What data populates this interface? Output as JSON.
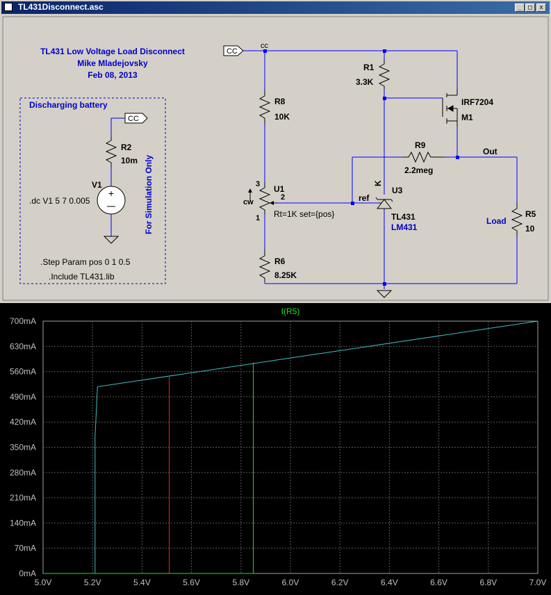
{
  "window": {
    "title": "TL431Disconnect.asc"
  },
  "schematic": {
    "header": {
      "title": "TL431 Low Voltage Load Disconnect",
      "author": "Mike Mladejovsky",
      "date": "Feb 08, 2013"
    },
    "sim_box": {
      "label": "Discharging battery",
      "side_text": "For Simulation Only",
      "port_label": "CC",
      "r2_name": "R2",
      "r2_value": "10m",
      "v1_name": "V1",
      "dc_cmd": ".dc V1 5 7 0.005",
      "step_cmd": ".Step Param pos 0 1 0.5",
      "include_cmd": ".Include TL431.lib"
    },
    "port_cc": "CC",
    "net_cc": "cc",
    "net_out": "Out",
    "r8_name": "R8",
    "r8_value": "10K",
    "r1_name": "R1",
    "r1_value": "3.3K",
    "r9_name": "R9",
    "r9_value": "2.2meg",
    "r6_name": "R6",
    "r6_value": "8.25K",
    "r5_name": "R5",
    "r5_value": "10",
    "r5_label": "Load",
    "m1_part": "IRF7204",
    "m1_name": "M1",
    "u1_name": "U1",
    "u1_pin3": "3",
    "u1_pin2": "2",
    "u1_pin1": "1",
    "u1_cw": "cw",
    "u1_params": "Rt=1K set={pos}",
    "u3_name": "U3",
    "u3_part": "TL431",
    "u3_model": "LM431",
    "u3_k": "K",
    "u3_ref": "ref"
  },
  "colors": {
    "wire": "#0000ff",
    "text_label": "#0000ff",
    "component": "#000000",
    "grid": "#5a5a5a",
    "axis_text": "#c0c0c0",
    "trace_cyan": "#40c0c0",
    "trace_red": "#ff2020",
    "trace_green": "#20e020"
  },
  "chart_data": {
    "type": "line",
    "title": "I(R5)",
    "xlabel": "",
    "ylabel": "",
    "xlim": [
      5.0,
      7.0
    ],
    "ylim": [
      0,
      700
    ],
    "x_ticks": [
      "5.0V",
      "5.2V",
      "5.4V",
      "5.6V",
      "5.8V",
      "6.0V",
      "6.2V",
      "6.4V",
      "6.6V",
      "6.8V",
      "7.0V"
    ],
    "y_ticks": [
      "0mA",
      "70mA",
      "140mA",
      "210mA",
      "280mA",
      "350mA",
      "420mA",
      "490mA",
      "560mA",
      "630mA",
      "700mA"
    ],
    "grid": true,
    "series": [
      {
        "color": "#40c0c0",
        "x": [
          5.0,
          5.21,
          5.21,
          5.22,
          7.0
        ],
        "y": [
          0,
          0,
          380,
          518,
          700
        ]
      },
      {
        "color": "#ff2020",
        "x": [
          5.0,
          5.51,
          5.51
        ],
        "y": [
          0,
          0,
          545
        ]
      },
      {
        "color": "#20e020",
        "x": [
          5.0,
          5.85,
          5.85
        ],
        "y": [
          0,
          0,
          585
        ]
      }
    ]
  }
}
